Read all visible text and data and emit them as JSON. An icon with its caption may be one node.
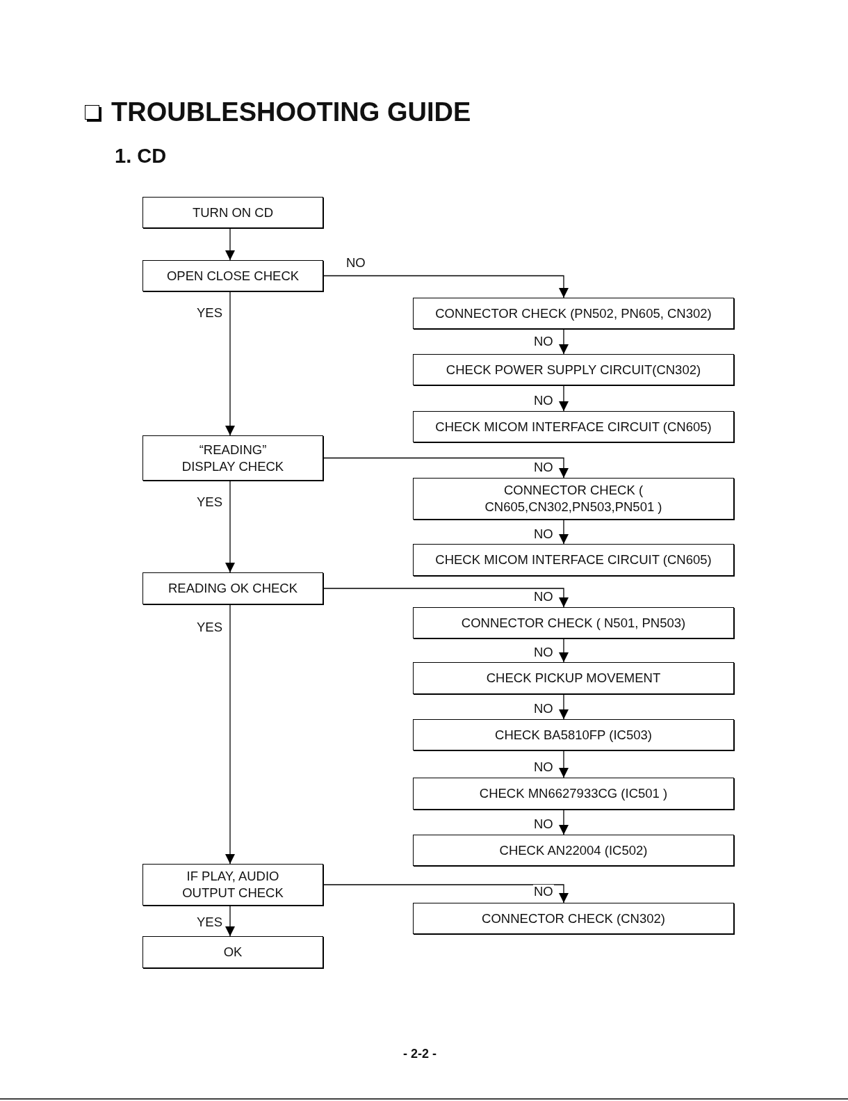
{
  "diagram": {
    "title": "TROUBLESHOOTING GUIDE",
    "nodes": [
      {
        "text": [
          "TURN ON CD"
        ]
      },
      {
        "text": [
          "OPEN CLOSE CHECK"
        ]
      },
      {
        "text": [
          "“READING” DISPLAY CHECK"
        ]
      },
      {
        "text": [
          "READING OK CHECK"
        ]
      },
      {
        "text": [
          "IF PLAY, AUDIO OUTPUT CHECK"
        ]
      },
      {
        "text": [
          "OK"
        ]
      },
      {
        "text": [
          "CONNECTOR CHECK (PN502, PN605, CN302)"
        ]
      },
      {
        "text": [
          "CHECK POWER SUPPLY CIRCUIT(CN302)"
        ]
      },
      {
        "text": [
          "CHECK MICOM INTERFACE CIRCUIT (CN605)"
        ]
      },
      {
        "text": [
          "CONNECTOR CHECK ( CN605,CN302,PN503,PN501 )"
        ]
      },
      {
        "text": [
          "CHECK MICOM INTERFACE CIRCUIT (CN605)"
        ]
      },
      {
        "text": [
          "CONNECTOR CHECK ( N501, PN503)"
        ]
      },
      {
        "text": [
          "CHECK PICKUP MOVEMENT"
        ]
      },
      {
        "text": [
          "CHECK BA5810FP (IC503)"
        ]
      },
      {
        "text": [
          "CHECK MN6627933CG (IC501 )"
        ]
      },
      {
        "text": [
          "CHECK AN22004 (IC502)"
        ]
      },
      {
        "text": [
          "CONNECTOR CHECK (CN302)"
        ]
      }
    ],
    "edges": [
      {
        "from": 0,
        "to": 1,
        "arrow": "to"
      },
      {
        "from": 1,
        "to": 6,
        "arrow": "to",
        "label": "NO"
      },
      {
        "from": 1,
        "to": 2,
        "arrow": "to",
        "label": "YES"
      },
      {
        "from": 6,
        "to": 7,
        "arrow": "to",
        "label": "NO"
      },
      {
        "from": 7,
        "to": 8,
        "arrow": "to",
        "label": "NO"
      },
      {
        "from": 2,
        "to": 9,
        "arrow": "to",
        "label": "NO"
      },
      {
        "from": 9,
        "to": 10,
        "arrow": "to",
        "label": "NO"
      },
      {
        "from": 2,
        "to": 3,
        "arrow": "to",
        "label": "YES"
      },
      {
        "from": 3,
        "to": 11,
        "arrow": "to",
        "label": "NO"
      },
      {
        "from": 11,
        "to": 12,
        "arrow": "to",
        "label": "NO"
      },
      {
        "from": 12,
        "to": 13,
        "arrow": "to",
        "label": "NO"
      },
      {
        "from": 13,
        "to": 14,
        "arrow": "to",
        "label": "NO"
      },
      {
        "from": 14,
        "to": 15,
        "arrow": "to",
        "label": "NO"
      },
      {
        "from": 3,
        "to": 4,
        "arrow": "to",
        "label": "YES"
      },
      {
        "from": 4,
        "to": 16,
        "arrow": "to",
        "label": "NO"
      },
      {
        "from": 4,
        "to": 5,
        "arrow": "to",
        "label": "YES"
      }
    ],
    "labels": [
      "1. CD",
      "- 2-2 -"
    ]
  }
}
